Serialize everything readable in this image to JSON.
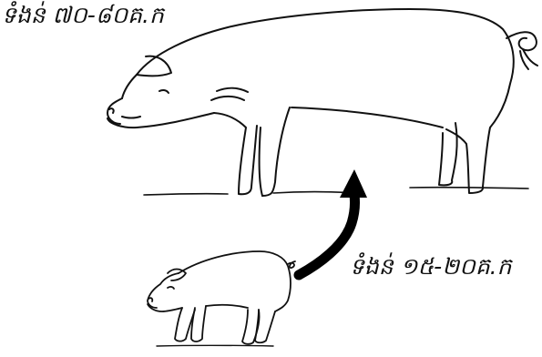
{
  "illustration": {
    "adult_pig_weight_label": "ទំងន់ ៧០-៨០គ.ក",
    "piglet_weight_label": "ទំងន់ ១៥-២០គ.ក",
    "adult_pig_icon": "adult-pig",
    "piglet_icon": "piglet",
    "arrow_icon": "curved-growth-arrow",
    "line_color": "#111111",
    "arrow_color": "#000000"
  }
}
